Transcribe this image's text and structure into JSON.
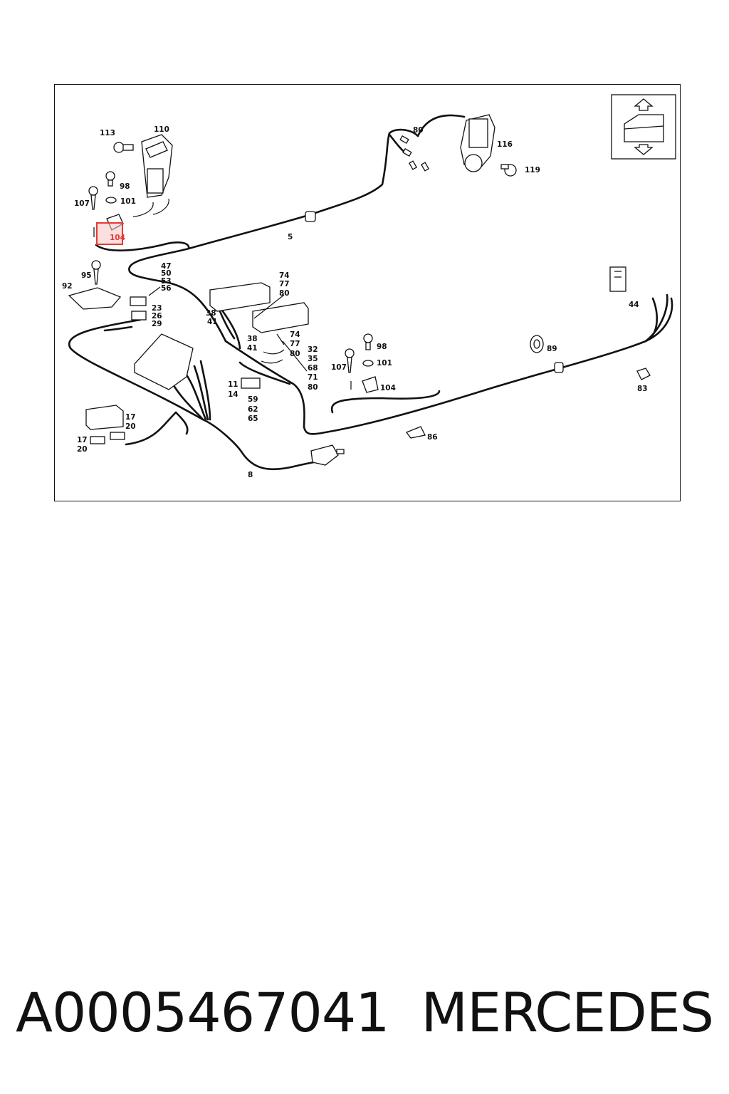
{
  "diagram": {
    "labels": {
      "l113": "113",
      "l110": "110",
      "l98a": "98",
      "l107a": "107",
      "l101a": "101",
      "l104a": "104",
      "l80top": "80",
      "l116": "116",
      "l119": "119",
      "l5": "5",
      "l95": "95",
      "l92": "92",
      "l47": "47",
      "l50": "50",
      "l53": "53",
      "l56": "56",
      "l23": "23",
      "l26": "26",
      "l29": "29",
      "l74a": "74",
      "l77a": "77",
      "l80a": "80",
      "l38a": "38",
      "l41a": "41",
      "l38b": "38",
      "l41b": "41",
      "l74b": "74",
      "l77b": "77",
      "l80b": "80",
      "l32": "32",
      "l35": "35",
      "l68": "68",
      "l71": "71",
      "l80c": "80",
      "l98b": "98",
      "l107b": "107",
      "l101b": "101",
      "l104b": "104",
      "l89": "89",
      "l44": "44",
      "l83": "83",
      "l86": "86",
      "l11": "11",
      "l14": "14",
      "l59": "59",
      "l62": "62",
      "l65": "65",
      "l17a": "17",
      "l20a": "20",
      "l17b": "17",
      "l20b": "20",
      "l8": "8"
    },
    "highlight": {
      "label": "104",
      "color": "#e53935"
    }
  },
  "footer": {
    "part_number": "A0005467041",
    "brand": "MERCEDES"
  }
}
